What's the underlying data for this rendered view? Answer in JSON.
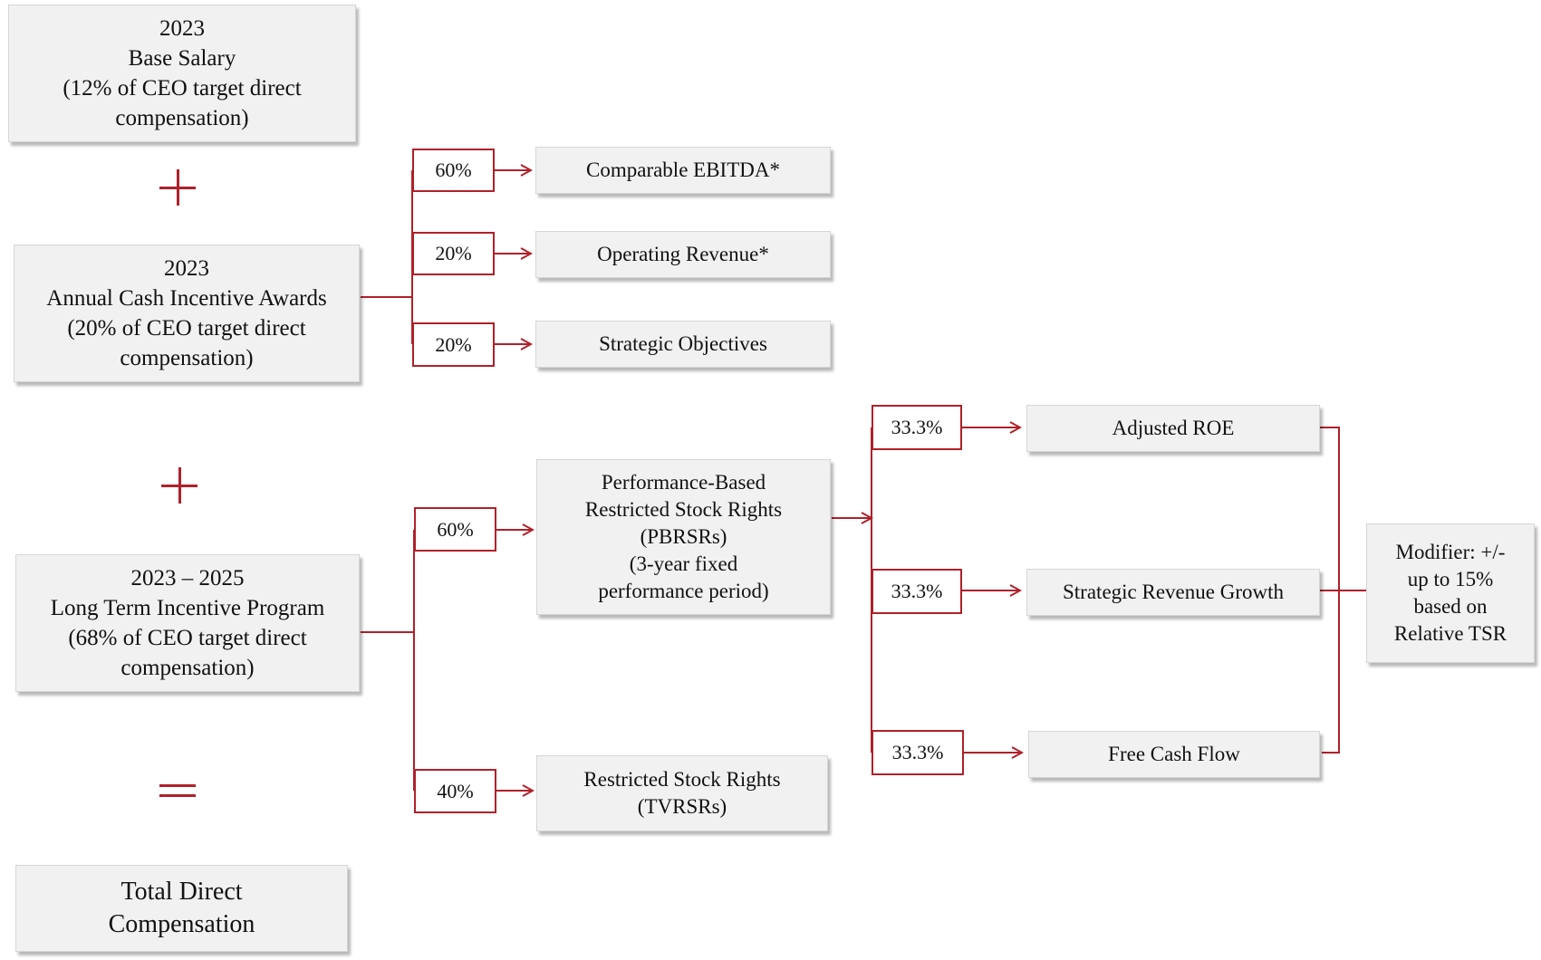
{
  "base_salary": {
    "lines": [
      "2023",
      "Base Salary",
      "(12% of CEO target direct",
      "compensation)"
    ]
  },
  "annual_cash": {
    "lines": [
      "2023",
      "Annual Cash Incentive Awards",
      "(20% of CEO target direct",
      "compensation)"
    ]
  },
  "ltip": {
    "lines": [
      "2023 – 2025",
      "Long Term Incentive Program",
      "(68% of CEO target direct",
      "compensation)"
    ]
  },
  "total": {
    "lines": [
      "Total Direct",
      "Compensation"
    ]
  },
  "annual_weights": [
    {
      "pct": "60%",
      "label": "Comparable EBITDA*"
    },
    {
      "pct": "20%",
      "label": "Operating Revenue*"
    },
    {
      "pct": "20%",
      "label": "Strategic Objectives"
    }
  ],
  "ltip_weights": [
    {
      "pct": "60%",
      "lines": [
        "Performance-Based",
        "Restricted Stock Rights",
        "(PBRSRs)",
        "(3-year fixed",
        "performance period)"
      ]
    },
    {
      "pct": "40%",
      "lines": [
        "Restricted Stock Rights",
        "(TVRSRs)"
      ]
    }
  ],
  "pbrsr_metrics": [
    {
      "pct": "33.3%",
      "label": "Adjusted ROE"
    },
    {
      "pct": "33.3%",
      "label": "Strategic Revenue Growth"
    },
    {
      "pct": "33.3%",
      "label": "Free Cash Flow"
    }
  ],
  "modifier": {
    "lines": [
      "Modifier: +/-",
      "up to 15%",
      "based on",
      "Relative TSR"
    ]
  },
  "accent_color": "#b0202a"
}
